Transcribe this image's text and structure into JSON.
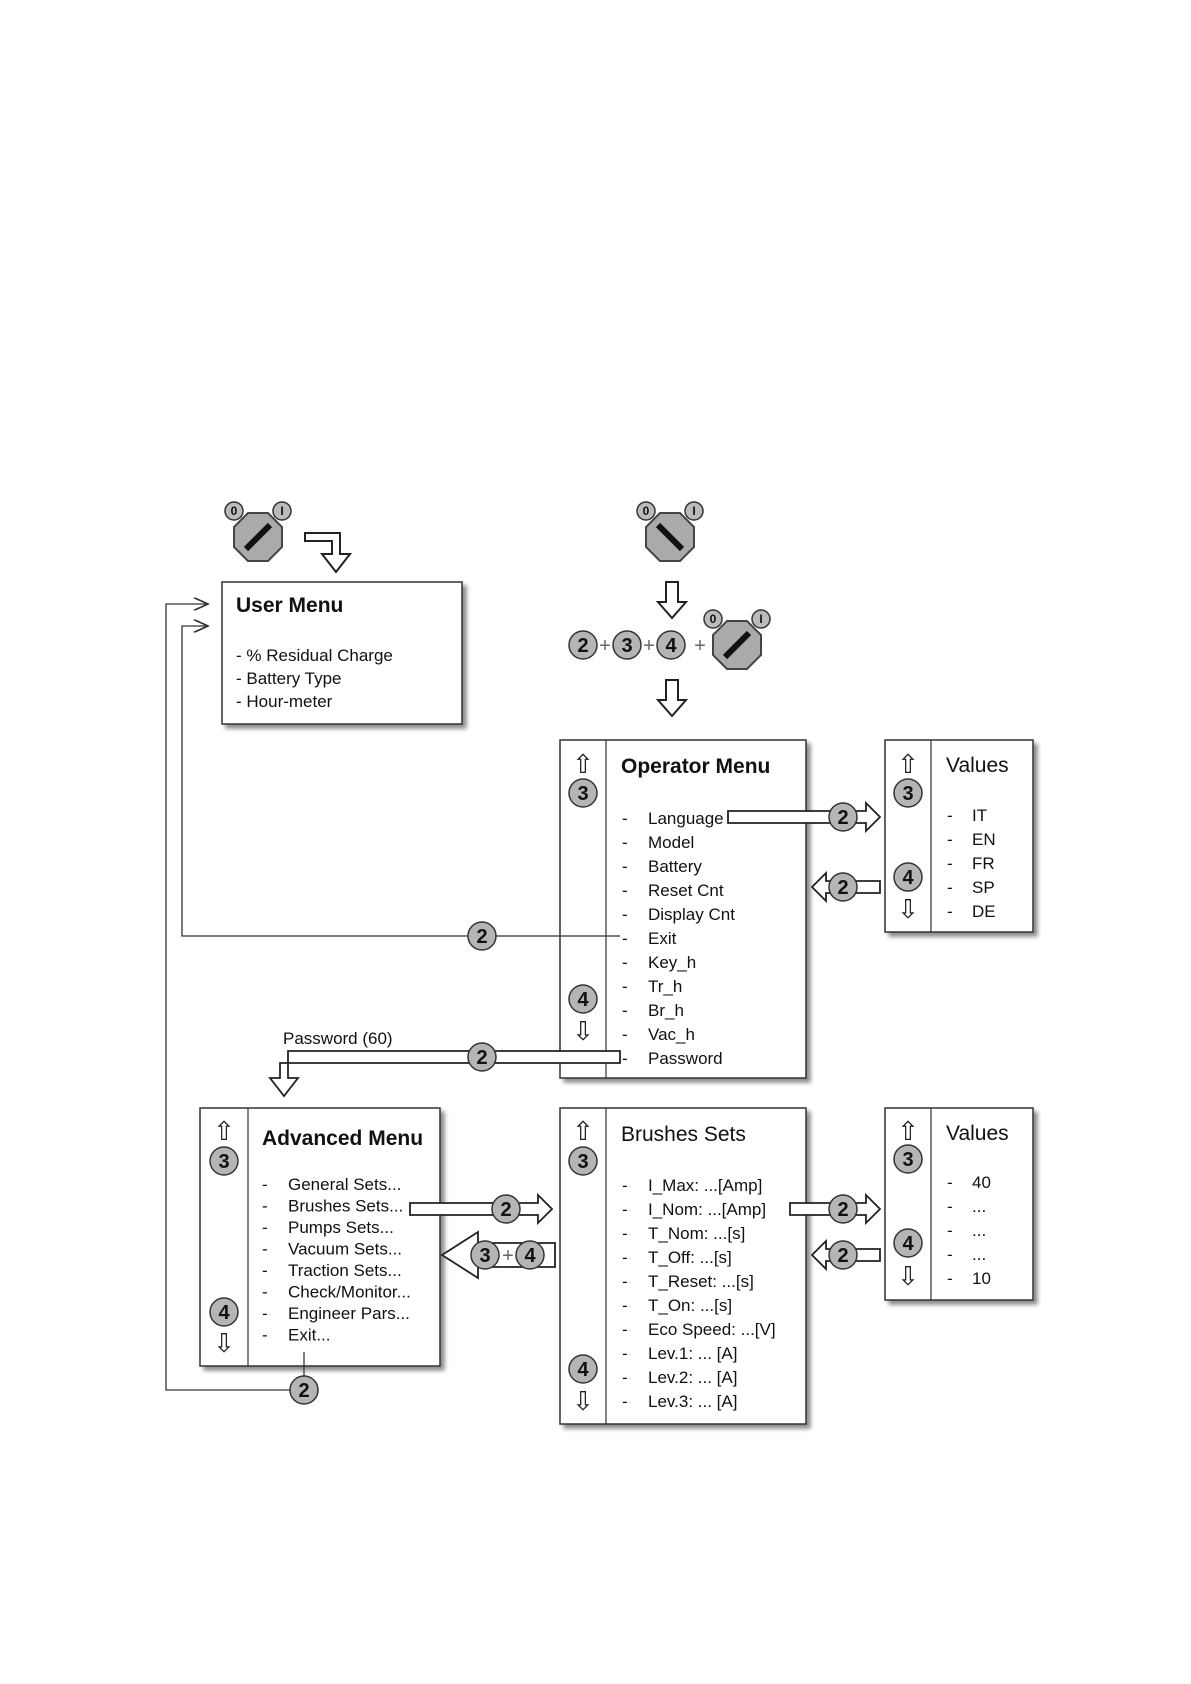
{
  "user_menu": {
    "title": "User Menu",
    "items": [
      "- % Residual Charge",
      "- Battery Type",
      "- Hour-meter"
    ]
  },
  "key_combo": {
    "buttons": [
      "2",
      "3",
      "4"
    ],
    "plus": "+"
  },
  "key_switch": {
    "off_label": "0",
    "on_label": "I"
  },
  "operator_menu": {
    "title": "Operator Menu",
    "items": [
      "Language",
      "Model",
      "Battery",
      "Reset Cnt",
      "Display Cnt",
      "Exit",
      "Key_h",
      "Tr_h",
      "Br_h",
      "Vac_h",
      "Password"
    ]
  },
  "values_language": {
    "title": "Values",
    "items": [
      "IT",
      "EN",
      "FR",
      "SP",
      "DE"
    ]
  },
  "advanced_menu": {
    "title": "Advanced Menu",
    "items": [
      "General Sets...",
      "Brushes Sets...",
      "Pumps Sets...",
      "Vacuum Sets...",
      "Traction Sets...",
      "Check/Monitor...",
      "Engineer Pars...",
      "Exit..."
    ]
  },
  "brushes_sets": {
    "title": "Brushes Sets",
    "items": [
      "I_Max: ...[Amp]",
      "I_Nom: ...[Amp]",
      "T_Nom: ...[s]",
      "T_Off: ...[s]",
      "T_Reset: ...[s]",
      "T_On: ...[s]",
      "Eco Speed: ...[V]",
      "Lev.1: ... [A]",
      "Lev.2: ... [A]",
      "Lev.3: ... [A]"
    ]
  },
  "values_brushes": {
    "title": "Values",
    "items": [
      "40",
      "...",
      "...",
      "...",
      "10"
    ]
  },
  "password_label": "Password (60)",
  "list_dash": "-",
  "scroll": {
    "up_button": "3",
    "down_button": "4",
    "up_arrow": "⇧",
    "down_arrow": "⇩"
  },
  "enter_button": "2"
}
